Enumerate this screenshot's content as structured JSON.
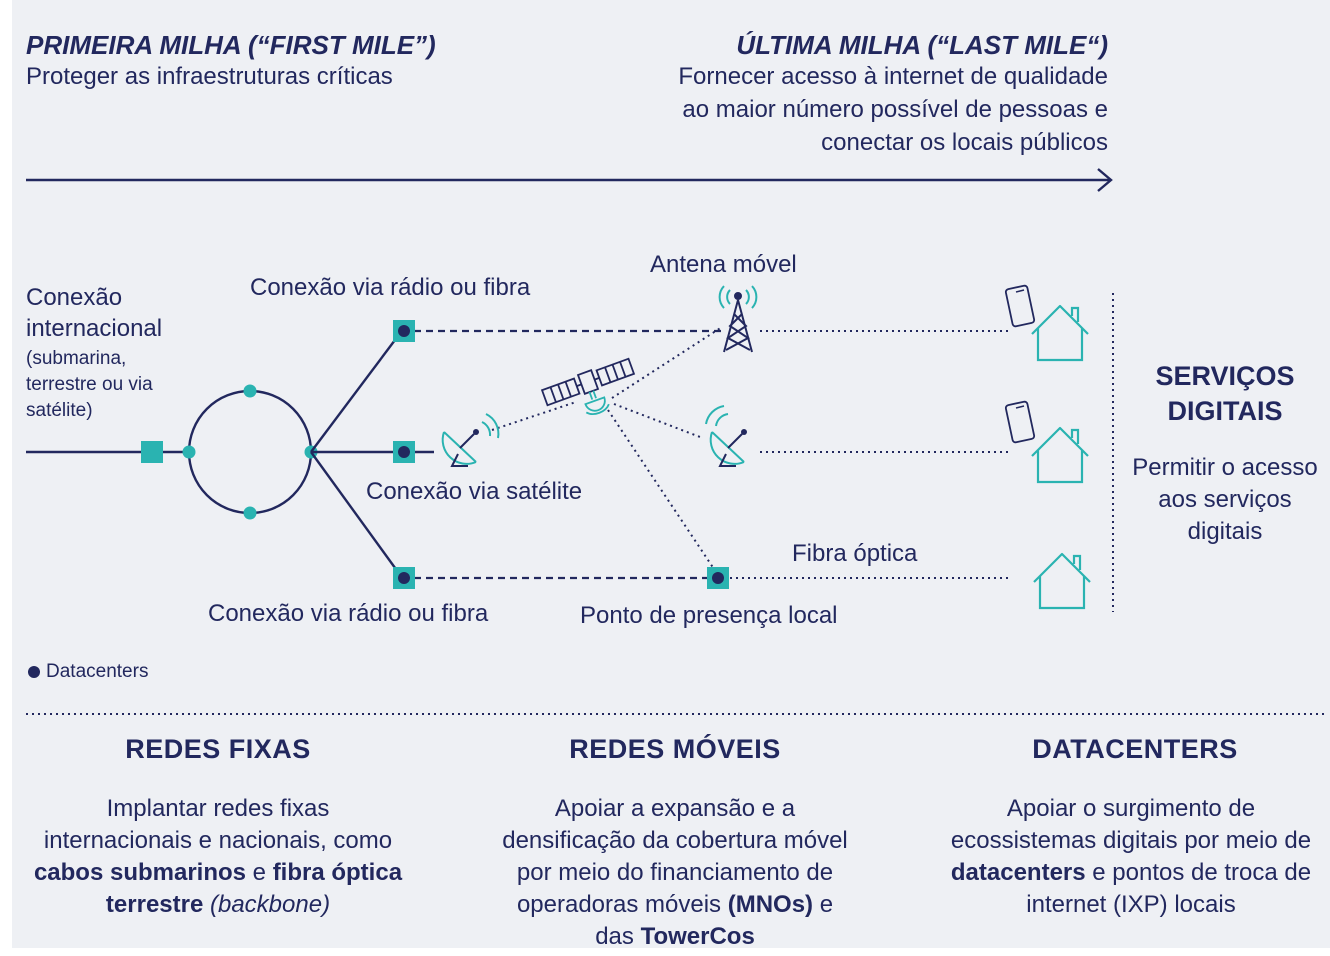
{
  "header": {
    "first_mile": {
      "title": "PRIMEIRA MILHA (“FIRST MILE”)",
      "subtitle": "Proteger as infraestruturas críticas"
    },
    "last_mile": {
      "title": "ÚLTIMA MILHA (“LAST MILE“)",
      "line1": "Fornecer acesso à internet de qualidade",
      "line2": "ao maior número possível de pessoas e",
      "line3": "conectar os locais públicos"
    }
  },
  "diagram": {
    "intl_connection": {
      "line1": "Conexão",
      "line2": "internacional",
      "detail1": "(submarina,",
      "detail2": "terrestre ou via",
      "detail3": "satélite)"
    },
    "radio_fiber_top": "Conexão via rádio ou fibra",
    "satellite_connection": "Conexão via satélite",
    "radio_fiber_bottom": "Conexão via rádio ou fibra",
    "mobile_antenna": "Antena móvel",
    "optical_fiber": "Fibra óptica",
    "local_pop": "Ponto de presença local",
    "digital_services": {
      "title1": "SERVIÇOS",
      "title2": "DIGITAIS",
      "desc1": "Permitir o acesso",
      "desc2": "aos serviços",
      "desc3": "digitais"
    },
    "legend_datacenters": "Datacenters",
    "colors": {
      "navy": "#22285e",
      "teal": "#2ab3b1",
      "background": "#eef0f4"
    }
  },
  "sections": {
    "fixed": {
      "title": "REDES FIXAS",
      "l1": "Implantar redes fixas",
      "l2": "internacionais e nacionais, como",
      "b1": "cabos submarinos",
      "and": " e ",
      "b2": "fibra óptica",
      "b3": "terrestre",
      "i1": " (backbone)"
    },
    "mobile": {
      "title": "REDES MÓVEIS",
      "l1": "Apoiar a expansão e a",
      "l2": "densificação da cobertura móvel",
      "l3": "por meio do financiamento de",
      "l4a": "operadoras móveis ",
      "b1": "(MNOs)",
      "l4b": " e",
      "l5a": "das ",
      "b2": "TowerCos"
    },
    "datacenters": {
      "title": "DATACENTERS",
      "l1": "Apoiar o surgimento de",
      "l2": "ecossistemas digitais por meio de",
      "b1": "datacenters",
      "l3": " e pontos de troca de",
      "l4": "internet (IXP) locais"
    }
  }
}
